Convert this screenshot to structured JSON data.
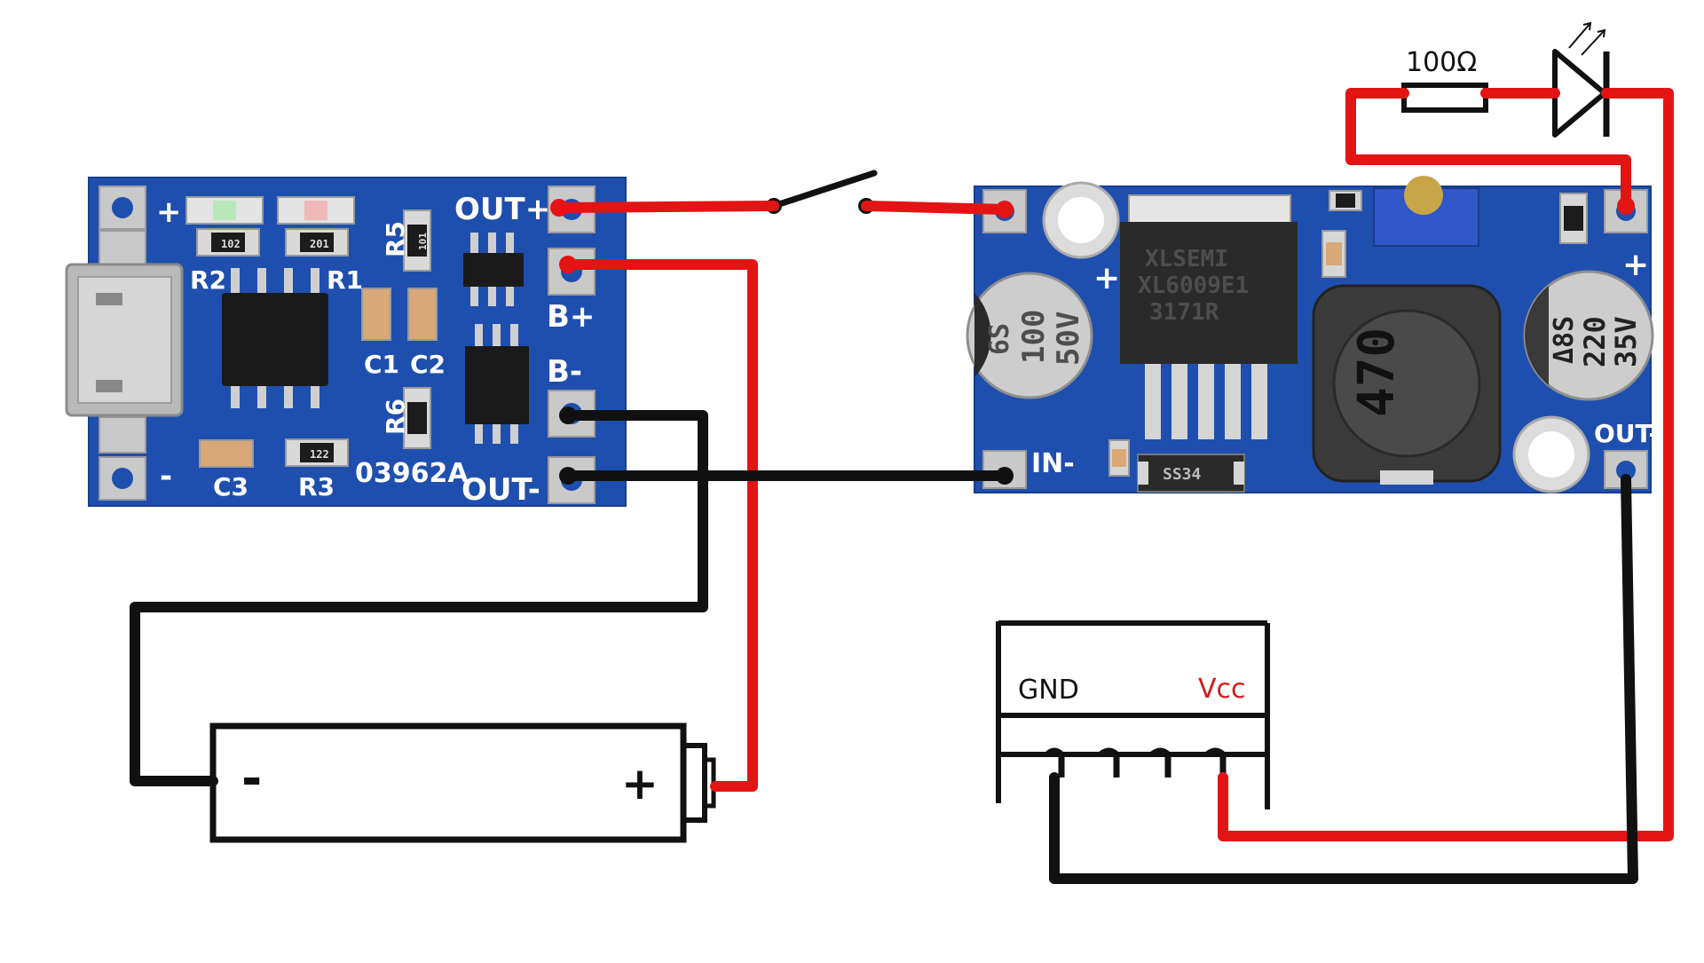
{
  "colors": {
    "pcb_blue": "#1f4fae",
    "pcb_dark": "#163d8c",
    "wire_red": "#e31414",
    "wire_black": "#111111"
  },
  "charger_module": {
    "labels": {
      "out_plus": "OUT+",
      "out_minus": "OUT-",
      "b_plus": "B+",
      "b_minus": "B-",
      "plus": "+",
      "minus": "-",
      "r1": "R1",
      "r2": "R2",
      "r3": "R3",
      "r5": "R5",
      "r6": "R6",
      "c1": "C1",
      "c2": "C2",
      "c3": "C3",
      "board_id": "03962A",
      "smd_102": "102",
      "smd_201": "201",
      "smd_101": "101",
      "smd_122": "122"
    }
  },
  "boost_module": {
    "chip_brand": "XLSEMI",
    "chip_model": "XL6009E1",
    "chip_code": "3171R",
    "cap_left_lines": [
      "100",
      "50V"
    ],
    "cap_left_series": "6S",
    "cap_right_lines": [
      "220",
      "35V"
    ],
    "cap_right_series": "Δ8S",
    "inductor_label": "470",
    "diode_label": "SS34",
    "in_minus": "IN-",
    "out_minus": "OUT-",
    "plus_left": "+",
    "plus_right": "+"
  },
  "battery": {
    "minus": "-",
    "plus": "+"
  },
  "resistor": {
    "label": "100Ω"
  },
  "load": {
    "gnd_label": "GND",
    "vcc_label": "Vcc"
  }
}
